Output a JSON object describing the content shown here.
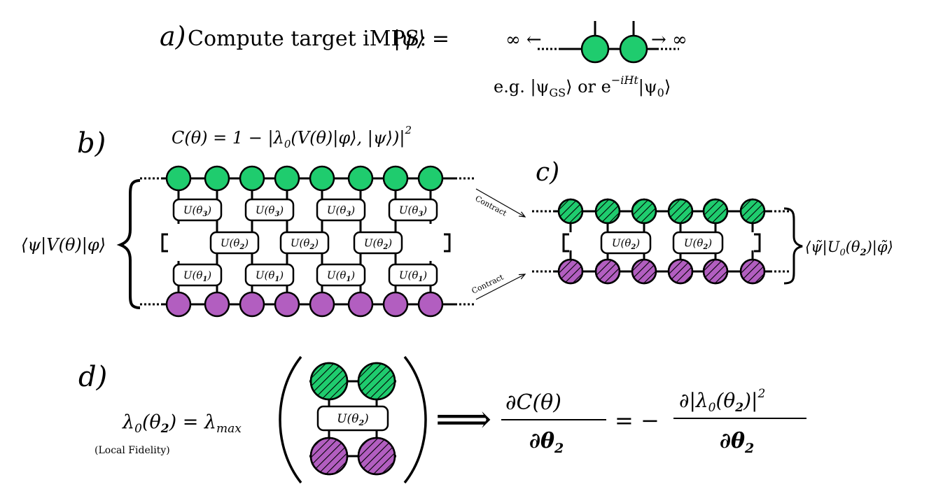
{
  "colors": {
    "green": "#1fcc6e",
    "purple": "#b25ec0",
    "line": "#000000"
  },
  "panel_a": {
    "label": "a)",
    "title": "Compute target iMPS:",
    "state": "|ψ⟩ =",
    "inf_left": "∞ ←",
    "inf_right": "→ ∞",
    "example": "e.g. |ψ",
    "example_sub": "GS",
    "example_mid": "⟩ or e",
    "example_sup": "−iHt",
    "example_end": "|ψ",
    "example_end_sub": "0",
    "example_close": "⟩"
  },
  "panel_b": {
    "label": "b)",
    "cost": "C(θ) = 1 − |λ",
    "cost_sub": "0",
    "cost_rest": "(V(θ)|φ⟩, |ψ⟩)|",
    "cost_sup": "2",
    "overlap": "⟨ψ|V(θ)|φ⟩",
    "gate_top": "U(θ",
    "gate_top_sub": "3",
    "gate_mid": "U(θ",
    "gate_mid_sub": "2",
    "gate_bot": "U(θ",
    "gate_bot_sub": "1",
    "gate_close": ")"
  },
  "contract": {
    "upper": "Contract",
    "lower": "Contract"
  },
  "panel_c": {
    "label": "c)",
    "overlap": "⟨ψ̃|U",
    "overlap_sub": "0",
    "overlap_rest": "(θ",
    "overlap_sub2": "2",
    "overlap_close": ")|φ̃⟩",
    "gate": "U(θ",
    "gate_sub": "2",
    "gate_close": ")"
  },
  "panel_d": {
    "label": "d)",
    "lhs": "λ",
    "lhs_sub": "0",
    "lhs_rest": "(θ",
    "lhs_sub2": "2",
    "lhs_close": ") = λ",
    "lhs_max": "max",
    "caption": "(Local Fidelity)",
    "gate": "U(θ",
    "gate_sub": "2",
    "gate_close": ")",
    "implies": "⟹",
    "num": "∂C(θ)",
    "den": "∂θ",
    "den_sub": "2",
    "equals": "= −",
    "num2": "∂|λ",
    "num2_sub": "0",
    "num2_rest": "(θ",
    "num2_sub2": "2",
    "num2_close": ")|",
    "num2_sup": "2",
    "den2": "∂θ",
    "den2_sub": "2"
  }
}
